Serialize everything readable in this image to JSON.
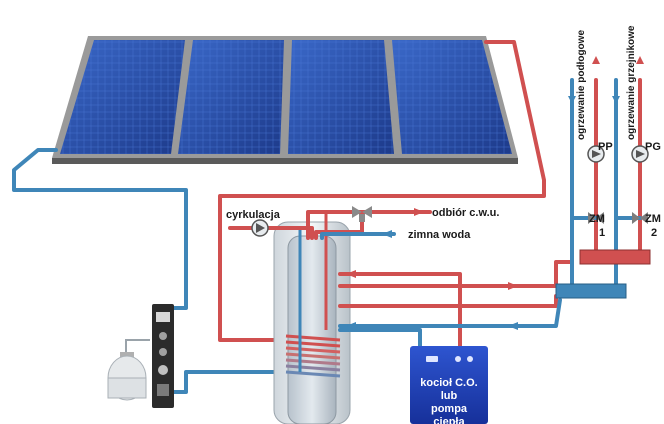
{
  "labels": {
    "circulation": "cyrkulacja",
    "hot_water_out": "odbiór c.w.u.",
    "cold_water": "zimna woda",
    "floor_heating": "ogrzewanie podłogowe",
    "radiator_heating": "ogrzewanie grzejnikowe",
    "pump_pp": "PP",
    "pump_pg": "PG",
    "valve_zm1_name": "ZM",
    "valve_zm1_num": "1",
    "valve_zm2_name": "ZM",
    "valve_zm2_num": "2",
    "boiler_line1": "kocioł C.O.",
    "boiler_line2": "lub",
    "boiler_line3": "pompa",
    "boiler_line4": "ciepła"
  },
  "colors": {
    "hot_pipe": "#d05050",
    "cold_pipe": "#3f86b8",
    "panel_blue": "#2a4fa8",
    "panel_frame": "#b8b8b8",
    "boiler_blue": "#1e3fb0"
  }
}
